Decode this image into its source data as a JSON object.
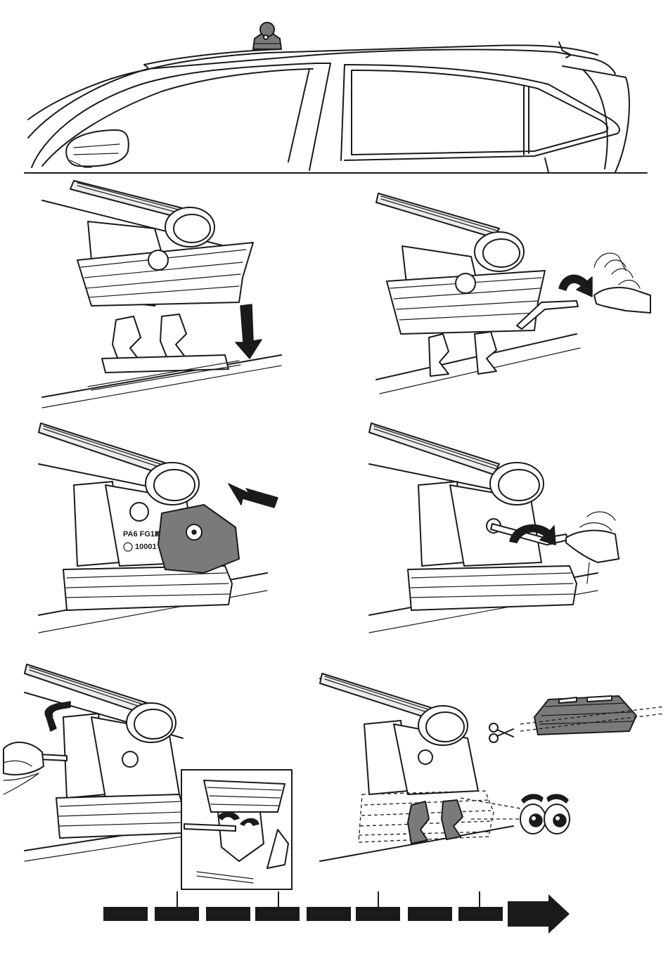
{
  "figure": {
    "steps": [
      {
        "id": 1,
        "icon": "roof-foot-position-icon"
      },
      {
        "id": 2,
        "icon": "foot-lower-onto-rail-icon"
      },
      {
        "id": 3,
        "icon": "hex-key-tighten-icon"
      },
      {
        "id": 4,
        "icon": "cover-cap-attach-icon"
      },
      {
        "id": 5,
        "icon": "hex-key-turn-icon"
      },
      {
        "id": 6,
        "icon": "bar-rotate-inset-icon"
      },
      {
        "id": 7,
        "icon": "rubber-pad-trim-icon"
      }
    ],
    "part_markings": {
      "material": "PA6 FG18",
      "suffix": "X",
      "number": "10001"
    },
    "progress_bar": {
      "segments": 8,
      "ticks": 4
    },
    "colors": {
      "ink": "#1a1a1a",
      "shade": "#7a7a7a",
      "paper": "#ffffff"
    }
  }
}
